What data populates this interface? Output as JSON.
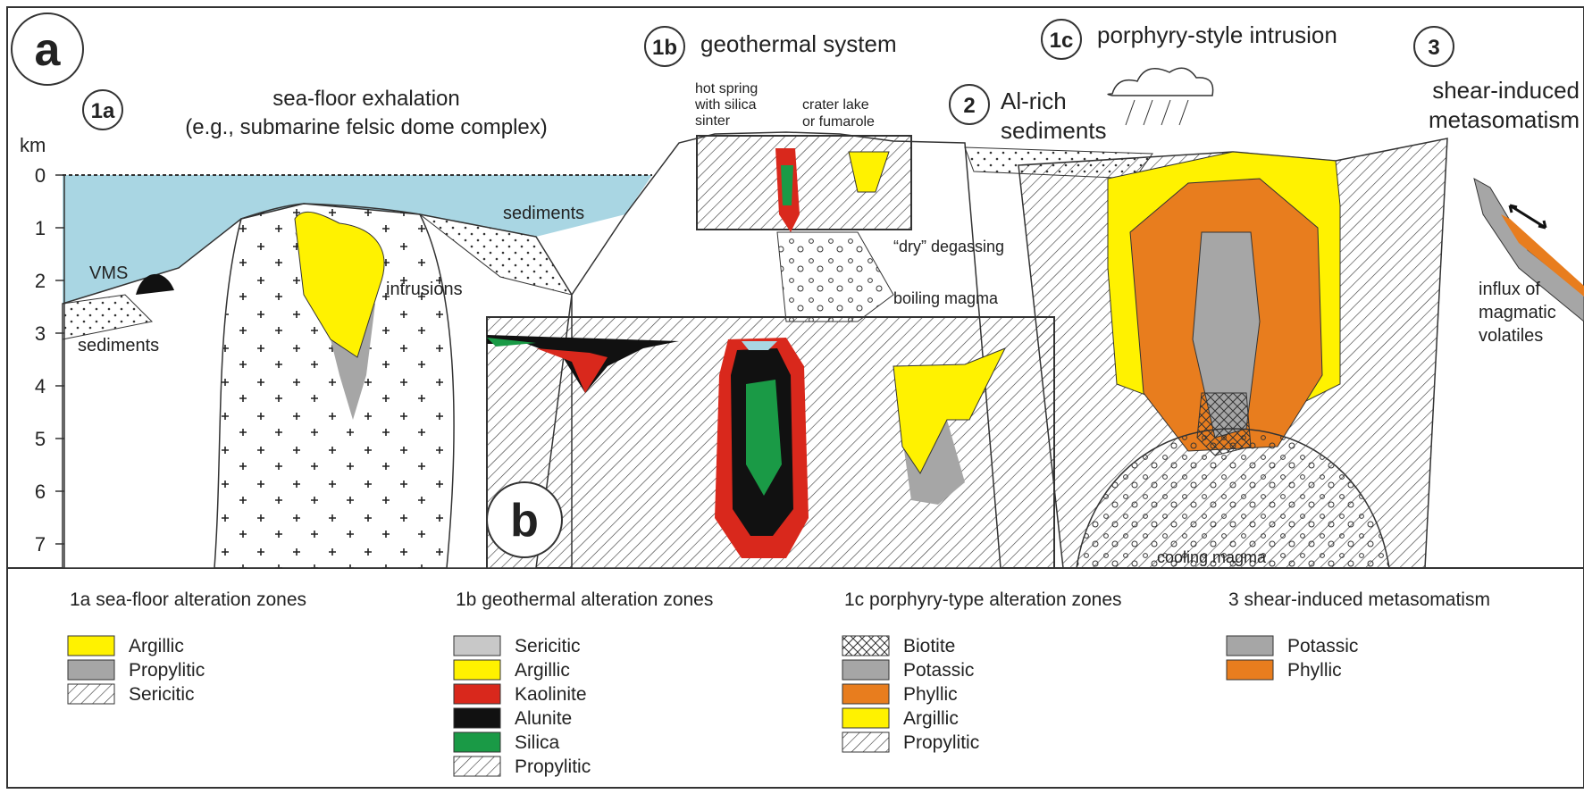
{
  "panel_a_label": "a",
  "panel_b_label": "b",
  "km_label": "km",
  "depth_ticks": [
    "0",
    "1",
    "2",
    "3",
    "4",
    "5",
    "6",
    "7"
  ],
  "sec_1a": {
    "num": "1a",
    "title_line1": "sea-floor exhalation",
    "title_line2": "(e.g., submarine felsic dome complex)"
  },
  "sec_1b": {
    "num": "1b",
    "title": "geothermal system"
  },
  "sec_1c": {
    "num": "1c",
    "title": "porphyry-style intrusion"
  },
  "sec_2": {
    "num": "2",
    "title_line1": "Al-rich",
    "title_line2": "sediments"
  },
  "sec_3": {
    "num": "3",
    "title_line1": "shear-induced",
    "title_line2": "metasomatism"
  },
  "annotations": {
    "vms": "VMS",
    "sediments_left": "sediments",
    "sediments_mid": "sediments",
    "intrusions": "intrusions",
    "hot_spring_1": "hot spring",
    "hot_spring_2": "with silica",
    "hot_spring_3": "sinter",
    "crater_1": "crater lake",
    "crater_2": "or fumarole",
    "dry_degassing": "“dry” degassing",
    "boiling_magma": "boiling magma",
    "cooling_magma": "cooling magma",
    "influx_1": "influx of",
    "influx_2": "magmatic",
    "influx_3": "volatiles"
  },
  "legends": [
    {
      "title": "1a sea-floor alteration zones",
      "items": [
        {
          "label": "Argillic",
          "swatch": "argillic"
        },
        {
          "label": "Propylitic",
          "swatch": "gray"
        },
        {
          "label": "Sericitic",
          "swatch": "hatch"
        }
      ]
    },
    {
      "title": "1b geothermal alteration zones",
      "items": [
        {
          "label": "Sericitic",
          "swatch": "lightgray"
        },
        {
          "label": "Argillic",
          "swatch": "argillic"
        },
        {
          "label": "Kaolinite",
          "swatch": "red"
        },
        {
          "label": "Alunite",
          "swatch": "black"
        },
        {
          "label": "Silica",
          "swatch": "green"
        },
        {
          "label": "Propylitic",
          "swatch": "hatch"
        }
      ]
    },
    {
      "title": "1c porphyry-type alteration zones",
      "items": [
        {
          "label": "Biotite",
          "swatch": "cross"
        },
        {
          "label": "Potassic",
          "swatch": "gray"
        },
        {
          "label": "Phyllic",
          "swatch": "orange"
        },
        {
          "label": "Argillic",
          "swatch": "argillic"
        },
        {
          "label": "Propylitic",
          "swatch": "hatch"
        }
      ]
    },
    {
      "title": "3 shear-induced metasomatism",
      "items": [
        {
          "label": "Potassic",
          "swatch": "gray"
        },
        {
          "label": "Phyllic",
          "swatch": "orange"
        }
      ]
    }
  ],
  "colors": {
    "sea": "#a9d6e3",
    "argillic": "#fff200",
    "gray": "#a6a6a6",
    "lightgray": "#c8c8c8",
    "red": "#d9281c",
    "black": "#111111",
    "green": "#1a9a46",
    "orange": "#e87d1e"
  }
}
